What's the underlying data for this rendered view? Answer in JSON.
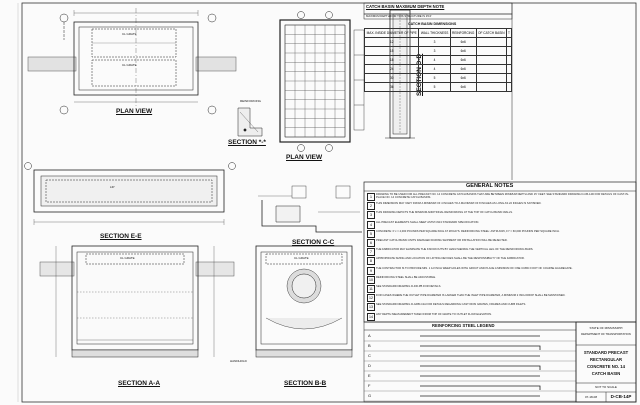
{
  "views": {
    "plan_view_top": "PLAN VIEW",
    "plan_view_grid": "PLAN VIEW",
    "section_ee": "SECTION E-E",
    "section_aa": "SECTION A-A",
    "section_bb": "SECTION B-B",
    "section_cc": "SECTION C-C",
    "section_dd": "SECTION D-D",
    "section_star": "SECTION *-*"
  },
  "depth_note": {
    "title": "CATCH BASIN MAXIMUM DEPTH NOTE",
    "line": "MAXIMUM DEPTH FOR THIS STRUCTURE IS 15.0´"
  },
  "dimensions_table": {
    "title": "CATCH BASIN DIMENSIONS",
    "columns": [
      "MAX. INSIDE DIAMETER OF PIPE",
      "WALL THICKNESS",
      "REINFORCING",
      "OF CATCH BASIN",
      "T"
    ],
    "rows": [
      [
        "12",
        "3",
        "6x6"
      ],
      [
        "15",
        "3",
        "6x6"
      ],
      [
        "18",
        "4",
        "6x6"
      ],
      [
        "24",
        "4",
        "6x6"
      ],
      [
        "30",
        "5",
        "6x6"
      ],
      [
        "36",
        "5",
        "6x6"
      ]
    ]
  },
  "labels": {
    "cl_grate": "CL GRATE",
    "lip": "LIP",
    "reinforcing": "REINFORCING",
    "handhold": "HANDHOLD"
  },
  "general_notes": {
    "title": "GENERAL NOTES",
    "items": [
      "DRAWING TO BE USED FOR ALL PRECAST NO. 14 CONCRETE CATCH BASINS THAT ARE BETWEEN MINIMUM DEPTH AND 15´ FEET. SEE STANDARD DRAWING D-CB-14D FOR DETAILS OF CAST-IN-PLACE NO. 14 CONCRETE CATCH BASINS.",
      "THIS DIMENSION MAY VARY FROM A MINIMUM OF 4 INCHES TO A MAXIMUM OF 8 INCHES AS LONG AS 22 INCHES IS SATISFIED.",
      "THIS DRAWING DEPICTS THE MINIMUM ADDITIONAL REINFORCING AT THE TOP OF CATCH BASIN WALLS.",
      "ALL PRECAST ELEMENTS SHALL MEET ASTM C913 STANDARD SPECIFICATION.",
      "CONCRETE: F´c = 4,000 POUNDS PER SQUARE INCH AT 28 DAYS. REINFORCING STEEL: ASTM A615, FY = 60,000 POUNDS PER SQUARE INCH.",
      "PRECAST CATCH BASIN UNITS DAMAGED DURING SHIPMENT OR INSTALLATION WILL BE REJECTED.",
      "THE FABRICATOR MAY ELIMINATE THE KNOCKOUTS BY LENGTHENING THE VERTICAL LEG OF THE REINFORCING BARS.",
      "APPROPRIATE SIZING AND LOCATION OF LIFTING DEVICES SHALL BE THE RESPONSIBILITY OF THE FABRICATOR.",
      "THE CONTRACTOR IS TO PROVIDE MIN. 1 1/2 INCH WEEP HOLES WITH GROUT AND PLACE A MINIMUM OF ONE CUBIC FOOT OF COARSE AGGREGATE.",
      "REINFORCING STEEL SHALL BE ADJUSTABLE.",
      "SEE STANDARD DRAWING D-DR-PB FOR DETAILS.",
      "FOR CASES WHERE THE OUTLET PIPE DIAMETER IS LARGER THAN THE INLET PIPE DIAMETER, A MINIMUM 2 INCH DROP SHALL BE MAINTAINED.",
      "SEE STANDARD DRAWING D-GRB-C2A FOR DETAILS REGARDING CAST IRON GRATES, FRAMES AND CURB INLETS.",
      "ANY DEPTH MEASUREMENT TAKEN FROM TOP OF GRATE TO OUTLET FLOW ELEVATION."
    ]
  },
  "steel_legend": {
    "title": "REINFORCING STEEL LEGEND",
    "marks": [
      "A",
      "B",
      "C",
      "D",
      "E",
      "F",
      "G"
    ]
  },
  "title_block": {
    "state": "STATE OF MISSISSIPPI",
    "dept": "DEPARTMENT OF TRANSPORTATION",
    "title_line1": "STANDARD PRECAST",
    "title_line2": "RECTANGULAR",
    "title_line3": "CONCRETE NO. 14",
    "title_line4": "CATCH BASIN",
    "scale": "NOT TO SCALE",
    "drawing_no": "D-CB-14P",
    "date": "07-18-08"
  }
}
